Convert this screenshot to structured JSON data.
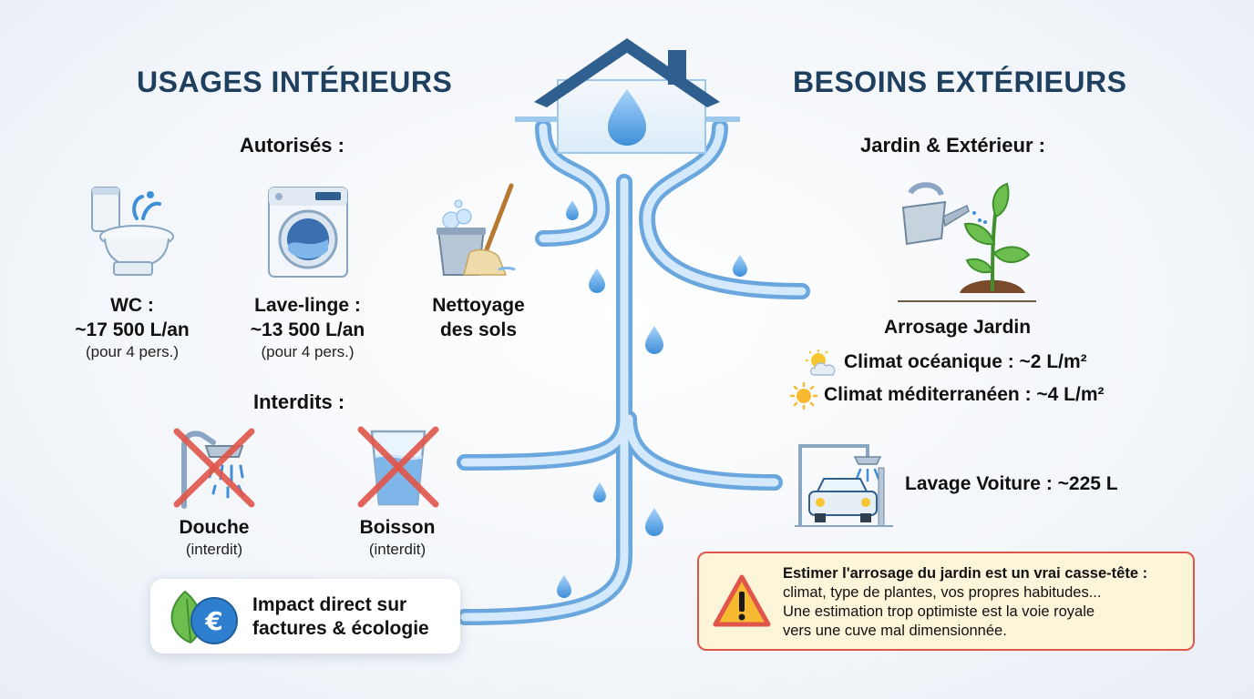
{
  "left": {
    "title": "USAGES INTÉRIEURS",
    "allowed_heading": "Autorisés :",
    "allowed": [
      {
        "icon": "toilet-icon",
        "label_1": "WC :",
        "label_2": "~17 500 L/an",
        "note": "(pour 4 pers.)"
      },
      {
        "icon": "washing-machine-icon",
        "label_1": "Lave-linge :",
        "label_2": "~13 500 L/an",
        "note": "(pour 4 pers.)"
      },
      {
        "icon": "bucket-mop-icon",
        "label_1": "Nettoyage",
        "label_2": "des sols"
      }
    ],
    "forbidden_heading": "Interdits :",
    "forbidden": [
      {
        "icon": "shower-crossed-icon",
        "label": "Douche",
        "note": "(interdit)"
      },
      {
        "icon": "glass-crossed-icon",
        "label": "Boisson",
        "note": "(interdit)"
      }
    ],
    "impact": {
      "icon": "leaf-euro-icon",
      "line_1": "Impact direct sur",
      "line_2": "factures & écologie"
    }
  },
  "right": {
    "title": "BESOINS EXTÉRIEURS",
    "garden_heading": "Jardin & Extérieur :",
    "garden_label": "Arrosage Jardin",
    "climates": [
      {
        "icon": "sun-cloud-icon",
        "text": "Climat océanique : ~2 L/m²"
      },
      {
        "icon": "sun-icon",
        "text": "Climat méditerranéen : ~4 L/m²"
      }
    ],
    "car_label": "Lavage Voiture : ~225 L",
    "warning": {
      "bold": "Estimer l'arrosage du jardin est un vrai casse-tête :",
      "line_2": "climat, type de plantes, vos propres habitudes...",
      "line_3": "Une estimation trop optimiste est la voie royale",
      "line_4": "vers une cuve mal dimensionnée."
    }
  },
  "colors": {
    "title": "#1f3f5f",
    "pipe": "#7fb6ea",
    "pipe_light": "#d6eafb",
    "roof": "#2f5f8f",
    "warn_border": "#e0564a",
    "warn_bg": "#fdf5d9",
    "cross": "#e0564a"
  }
}
